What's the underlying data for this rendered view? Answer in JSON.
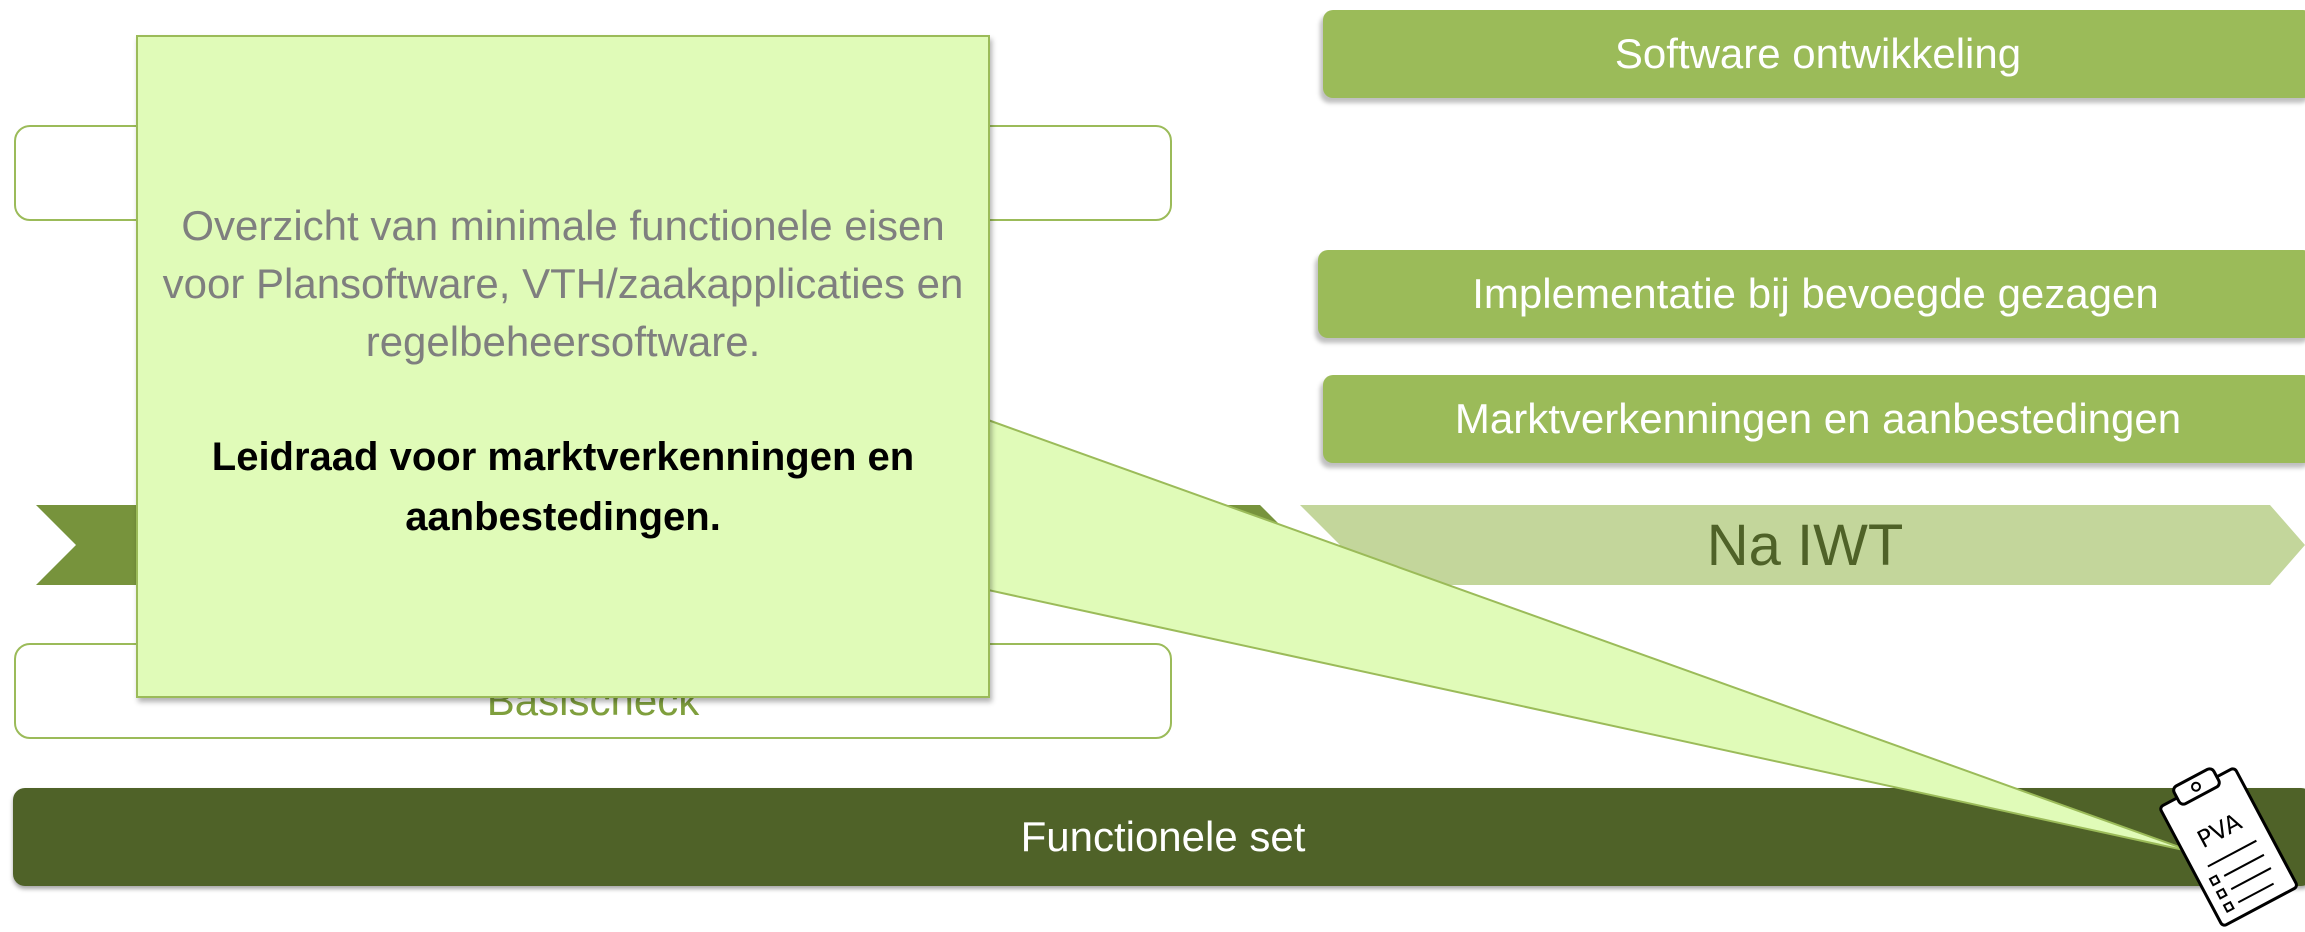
{
  "colors": {
    "green": "#9bbb59",
    "light_green": "#c3d69b",
    "dark_green": "#4f6228",
    "callout_fill": "#e0fbb8"
  },
  "top_bars": [
    {
      "label": "Software ontwikkeling"
    },
    {
      "label": "Implementatie bij bevoegde gezagen"
    },
    {
      "label": "Marktverkenningen en aanbestedingen"
    }
  ],
  "timeline": {
    "after_label": "Na IWT"
  },
  "left_boxes": {
    "bottom_label": "Basischeck"
  },
  "functional_set": {
    "label": "Functionele set"
  },
  "callout": {
    "text": "Overzicht van minimale functionele eisen voor Plansoftware, VTH/zaakapplicaties en regelbeheersoftware.",
    "bold_text": "Leidraad voor marktverkenningen en aanbestedingen."
  },
  "clipboard_icon": {
    "label": "PVA"
  }
}
